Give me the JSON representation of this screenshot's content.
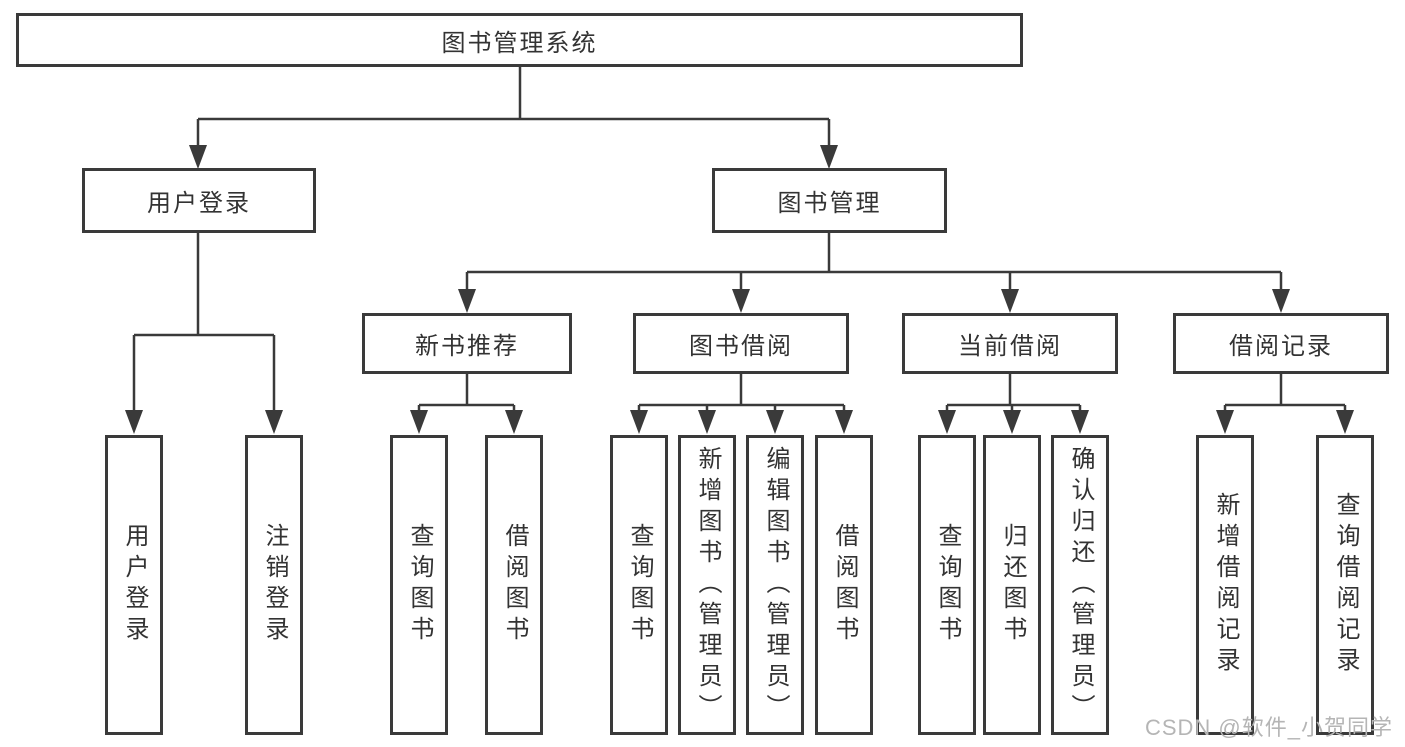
{
  "tree": {
    "root": {
      "label": "图书管理系统"
    },
    "user_login": {
      "label": "用户登录",
      "children": {
        "login": {
          "label": "用户登录"
        },
        "logout": {
          "label": "注销登录"
        }
      }
    },
    "book_mgmt": {
      "label": "图书管理",
      "children": {
        "new_book_rec": {
          "label": "新书推荐",
          "children": {
            "query_book": {
              "label": "查询图书"
            },
            "borrow_book": {
              "label": "借阅图书"
            }
          }
        },
        "book_borrow": {
          "label": "图书借阅",
          "children": {
            "query_book": {
              "label": "查询图书"
            },
            "add_book": {
              "label": "新增图书（管理员）"
            },
            "edit_book": {
              "label": "编辑图书（管理员）"
            },
            "borrow_book": {
              "label": "借阅图书"
            }
          }
        },
        "current_borrow": {
          "label": "当前借阅",
          "children": {
            "query_book": {
              "label": "查询图书"
            },
            "return_book": {
              "label": "归还图书"
            },
            "confirm_return": {
              "label": "确认归还（管理员）"
            }
          }
        },
        "borrow_records": {
          "label": "借阅记录",
          "children": {
            "add_record": {
              "label": "新增借阅记录"
            },
            "query_record": {
              "label": "查询借阅记录"
            }
          }
        }
      }
    }
  },
  "watermark": "CSDN @软件_小贺同学",
  "colors": {
    "line": "#3a3a3a",
    "box_border": "#3a3a3a",
    "text": "#333333",
    "watermark": "#b5b5b5",
    "background": "#ffffff"
  }
}
